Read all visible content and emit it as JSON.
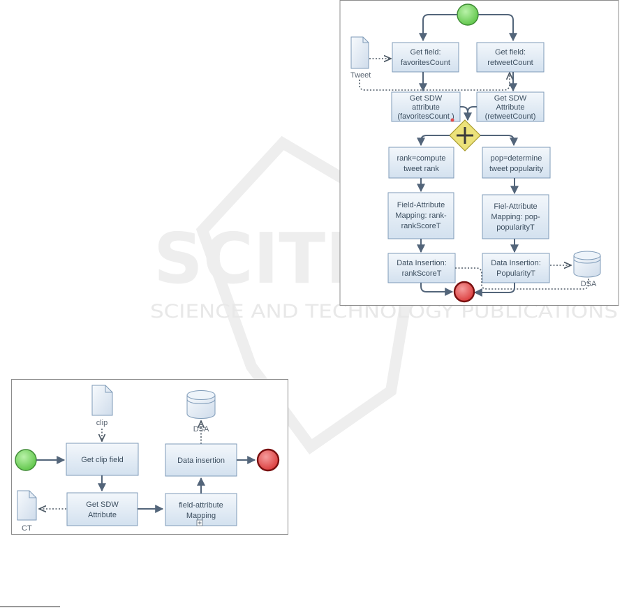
{
  "watermark": {
    "main": "SCITEPRESS",
    "sub": "SCIENCE AND TECHNOLOGY PUBLICATIONS"
  },
  "top_diagram": {
    "tweet_doc": "Tweet",
    "get_field_fav": [
      "Get field:",
      "favoritesCount"
    ],
    "get_field_rt": [
      "Get field:",
      "retweetCount"
    ],
    "sdw_fav": [
      "Get SDW",
      "attribute",
      "(favoritesCount )"
    ],
    "sdw_rt": [
      "Get SDW",
      "Attribute",
      "(retweetCount)"
    ],
    "rank_compute": [
      "rank=compute",
      "tweet rank"
    ],
    "pop_determine": [
      "pop=determine",
      "tweet popularity"
    ],
    "map_rank": [
      "Field-Attribute",
      "Mapping: rank-",
      "rankScoreT"
    ],
    "map_pop": [
      "Fiel-Attribute",
      "Mapping: pop-",
      "popularityT"
    ],
    "insert_rank": [
      "Data Insertion:",
      "rankScoreT"
    ],
    "insert_pop": [
      "Data Insertion:",
      "PopularityT"
    ],
    "dsa_store": "DSA"
  },
  "bottom_diagram": {
    "clip_doc": "clip",
    "dsa_store": "DSA",
    "get_clip": "Get clip field",
    "data_insertion": "Data insertion",
    "get_sdw": [
      "Get SDW",
      "Attribute"
    ],
    "fa_mapping": [
      "field-attribute",
      "Mapping"
    ],
    "ct_doc": "CT"
  },
  "colors": {
    "start_event": "#7fd86b",
    "end_event": "#e04a4a",
    "gateway": "#ece27a",
    "task_fill": "#dde8f4",
    "flow": "#53657a"
  }
}
